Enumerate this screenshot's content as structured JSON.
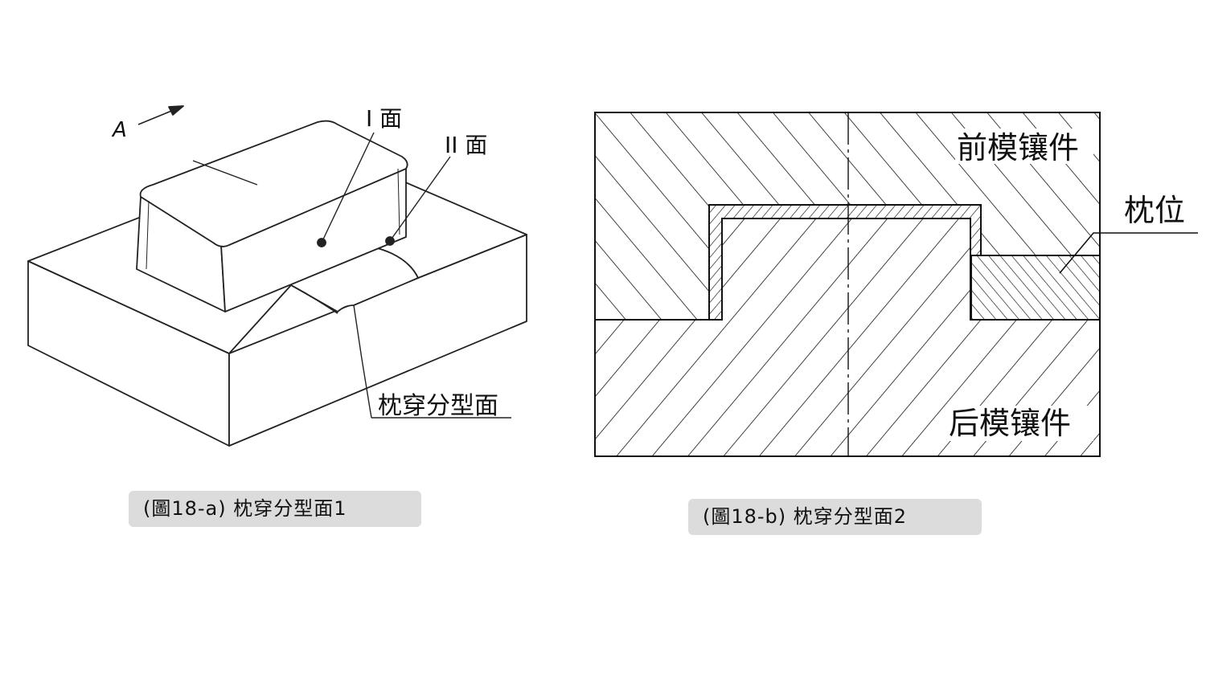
{
  "figure_a": {
    "view_arrow_label": "A",
    "label_face_1": "I 面",
    "label_face_2": "II 面",
    "label_parting": "枕穿分型面",
    "caption": "(圖18-a)  枕穿分型面1"
  },
  "figure_b": {
    "label_front_insert": "前模镶件",
    "label_pillow": "枕位",
    "label_back_insert": "后模镶件",
    "caption": "(圖18-b)  枕穿分型面2"
  }
}
